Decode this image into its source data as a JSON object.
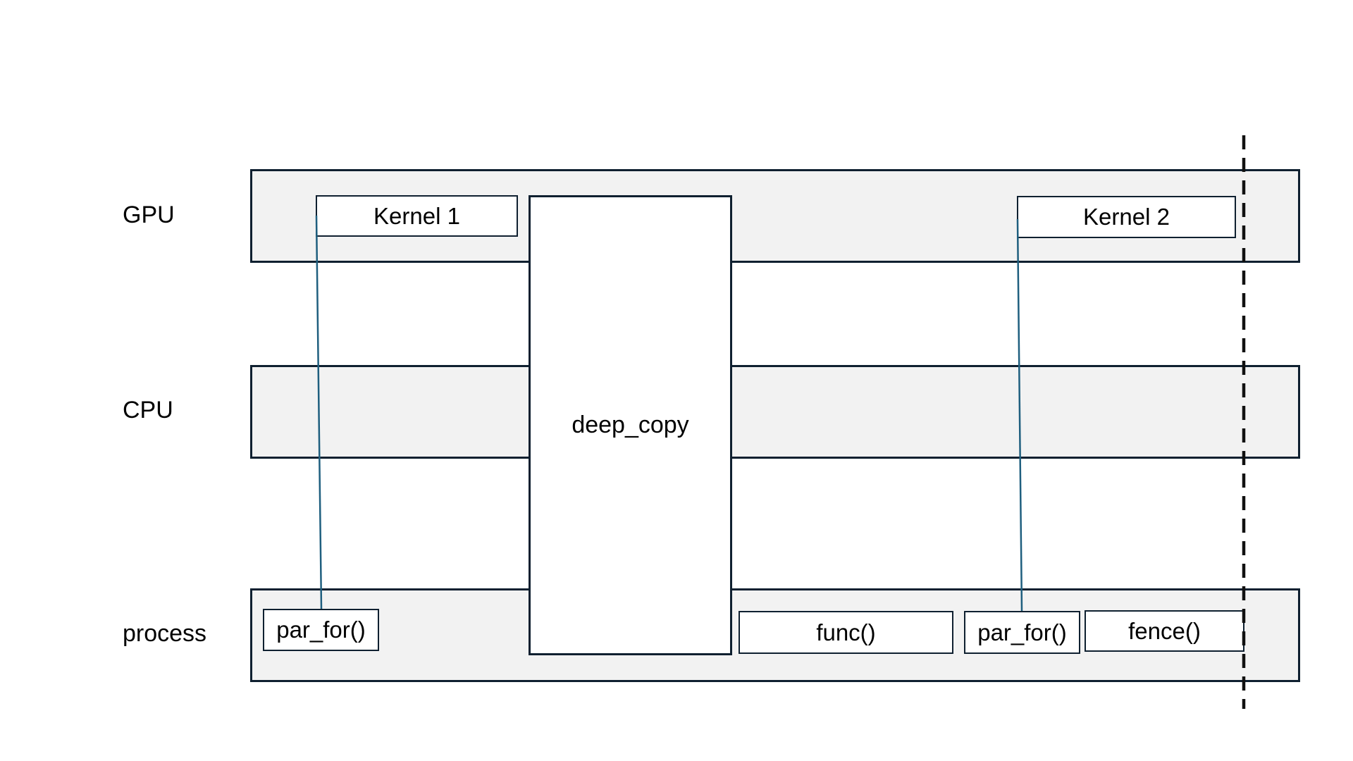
{
  "lanes": {
    "gpu": {
      "label": "GPU"
    },
    "cpu": {
      "label": "CPU"
    },
    "process": {
      "label": "process"
    }
  },
  "blocks": {
    "kernel1": "Kernel 1",
    "kernel2": "Kernel 2",
    "deep_copy": "deep_copy",
    "par_for_1": "par_for()",
    "func": "func()",
    "par_for_2": "par_for()",
    "fence": "fence()"
  },
  "colors": {
    "lane_fill": "#f2f2f2",
    "lane_border": "#0f2030",
    "connector": "#1f5f7f",
    "fence_line": "#111111"
  }
}
